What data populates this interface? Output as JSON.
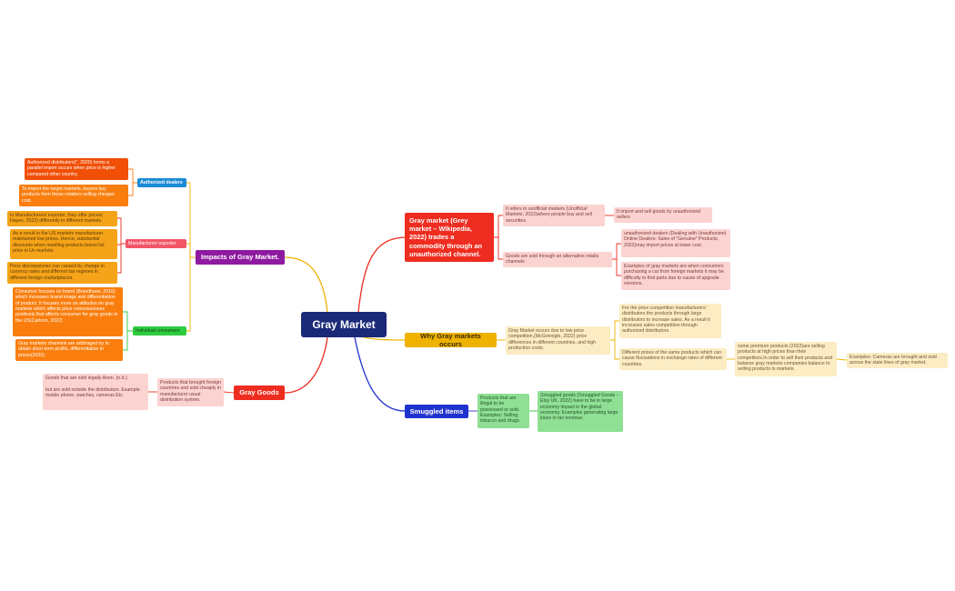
{
  "colors": {
    "center": "#1b2979",
    "red": "#ee2d20",
    "yellow": "#efb200",
    "blue": "#2133cf",
    "purple": "#8e1aa0",
    "green_node": "#2ecc40",
    "orange": "#f97e0e"
  },
  "center": "Gray Market",
  "right": {
    "definition": {
      "title": "Gray market (Grey market – Wikipedia, 2022) trades a commodity through an unauthorized channel.",
      "unofficial": "It refers to unofficial markets (Unofficial Markets, 2022)where people buy and sell securities.",
      "unofficial_detail": "It import and sell goods by unauthorized sellers",
      "channels": "Goods  are sold through an alternative retails channels",
      "dealers": "unauthorized dealers (Dealing with Unauthorized Online Dealers: Sales of \"Genuine\" Products, 2022)may import prices at lower cost.",
      "examples": "Examples of gray markets are when consumers purchasing a car from foreign markets it may be difficulty to find parts due to cause of upgrade versions."
    },
    "why": {
      "title": "Why Gray markets occurs",
      "reason": "Gray Market occurs due to low price competition,(McGonnigle, 2022) price differences in different countries, and high production costs.",
      "competition": "For the price competition manufacturers' distributors the products through large distributors to increase sales. As a result it increases sales competition through authorized distributors.",
      "exchange": "Different prices of the same products which can cause fluctuations in exchange rates of different countries.",
      "premium": "some premium products (2022)are selling products at high prices than their competitors.In order to sell their products and balance gray markets companies balance to selling products in markets.",
      "cameras": "Examples: Cameras are brought and sold across the state lines of gray market."
    },
    "smuggled": {
      "title": "Smuggled items",
      "illegal": "Products that are illegal to be possessed or sold. Examples: Selling tobacco and drugs.",
      "detail": "Smuggled goods (Smuggled Goods – Etsy UK, 2022) have to be in large economy impact in the global economy.  Examples generating large loses in tax revenue."
    }
  },
  "left": {
    "impacts": {
      "title": "Impacts of Gray Market.",
      "authorized": {
        "label": "Authorized dealers",
        "items": [
          "Authorized distributors(\", 2020) forms a parallel import occurs when price is higher compared other country.",
          "To import the target markets, buyers buy products from those retailers selling cheaper cost."
        ]
      },
      "manufacturer": {
        "label": "Manufacturer/ exporter",
        "items": [
          "In Manufacturers/ exporter, they offer prices( Hayes, 2022) differently in different markets.",
          "As a result in the US markets manufacturer maintained low prices. Hence, substantial discounts when reselling products below list price in Us markets.",
          "Price discrepancies can caused by change in currency rates and different tax regimes in different foreign marketplaces."
        ]
      },
      "consumer": {
        "label": "Individual consumers",
        "items": [
          "Consumer focuses on brand (Brandfuser, 2016) which increases brand image and differentiation of product. It focuses more on attitudes on gray markets which affects price consciousness positively that affects consumer for gray goods in the US(Carlson, 2022)",
          "Gray markets channels are arbitraged try to obtain short term profits, differentiation in prices(2020)."
        ]
      }
    },
    "goods": {
      "title": "Gray Goods",
      "brought": "Products that brought foreign countries and sold cheaply in manufacturer usual distribution system.",
      "legal": "Goods that are sold legally Anon. (n.d.).\n\n but are sold outside the distribution. Example: mobile phone, watches, cameras Etc."
    }
  }
}
